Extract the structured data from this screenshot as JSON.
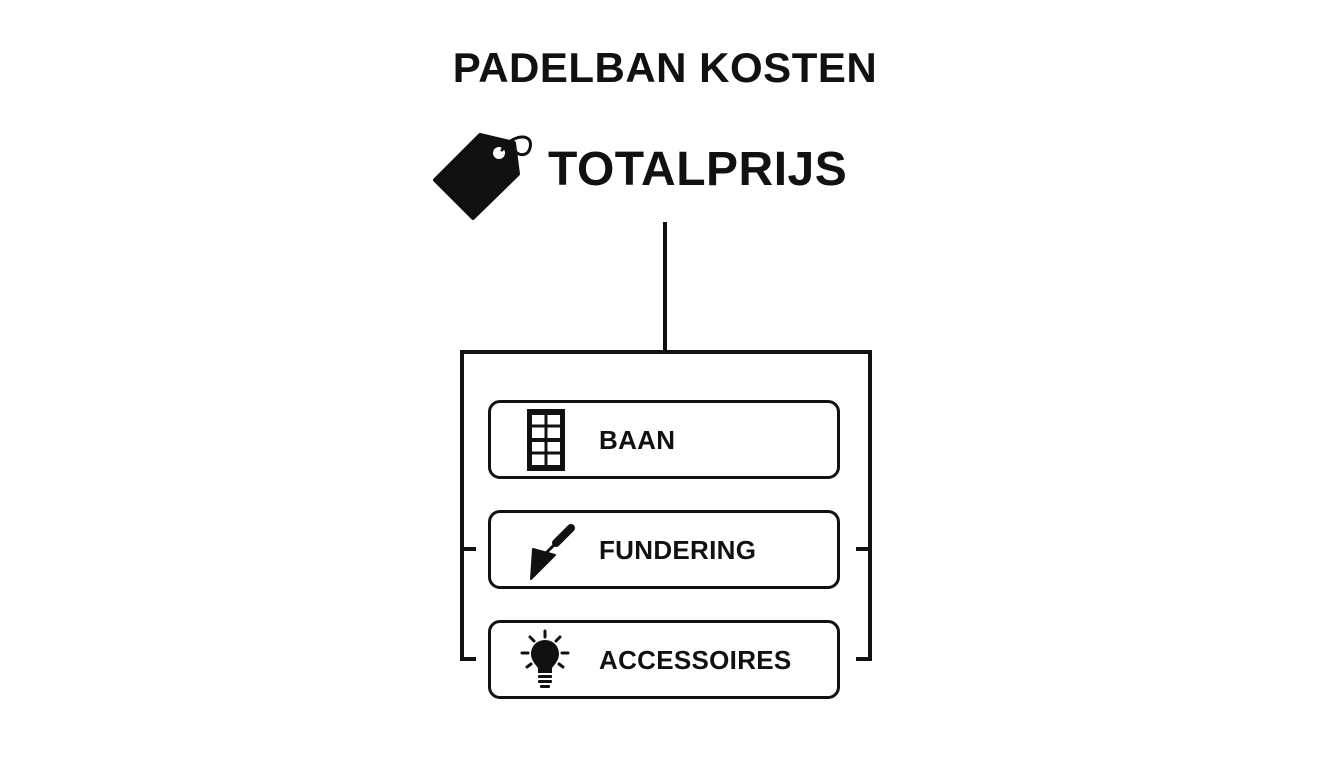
{
  "title": "PADELBAN KOSTEN",
  "total": {
    "label": "TOTALPRIJS",
    "icon": "price-tag-icon"
  },
  "components": [
    {
      "label": "BAAN",
      "icon": "padel-court-icon"
    },
    {
      "label": "FUNDERING",
      "icon": "trowel-icon"
    },
    {
      "label": "ACCESSOIRES",
      "icon": "lightbulb-icon"
    }
  ],
  "colors": {
    "stroke": "#111111",
    "background": "#ffffff"
  }
}
